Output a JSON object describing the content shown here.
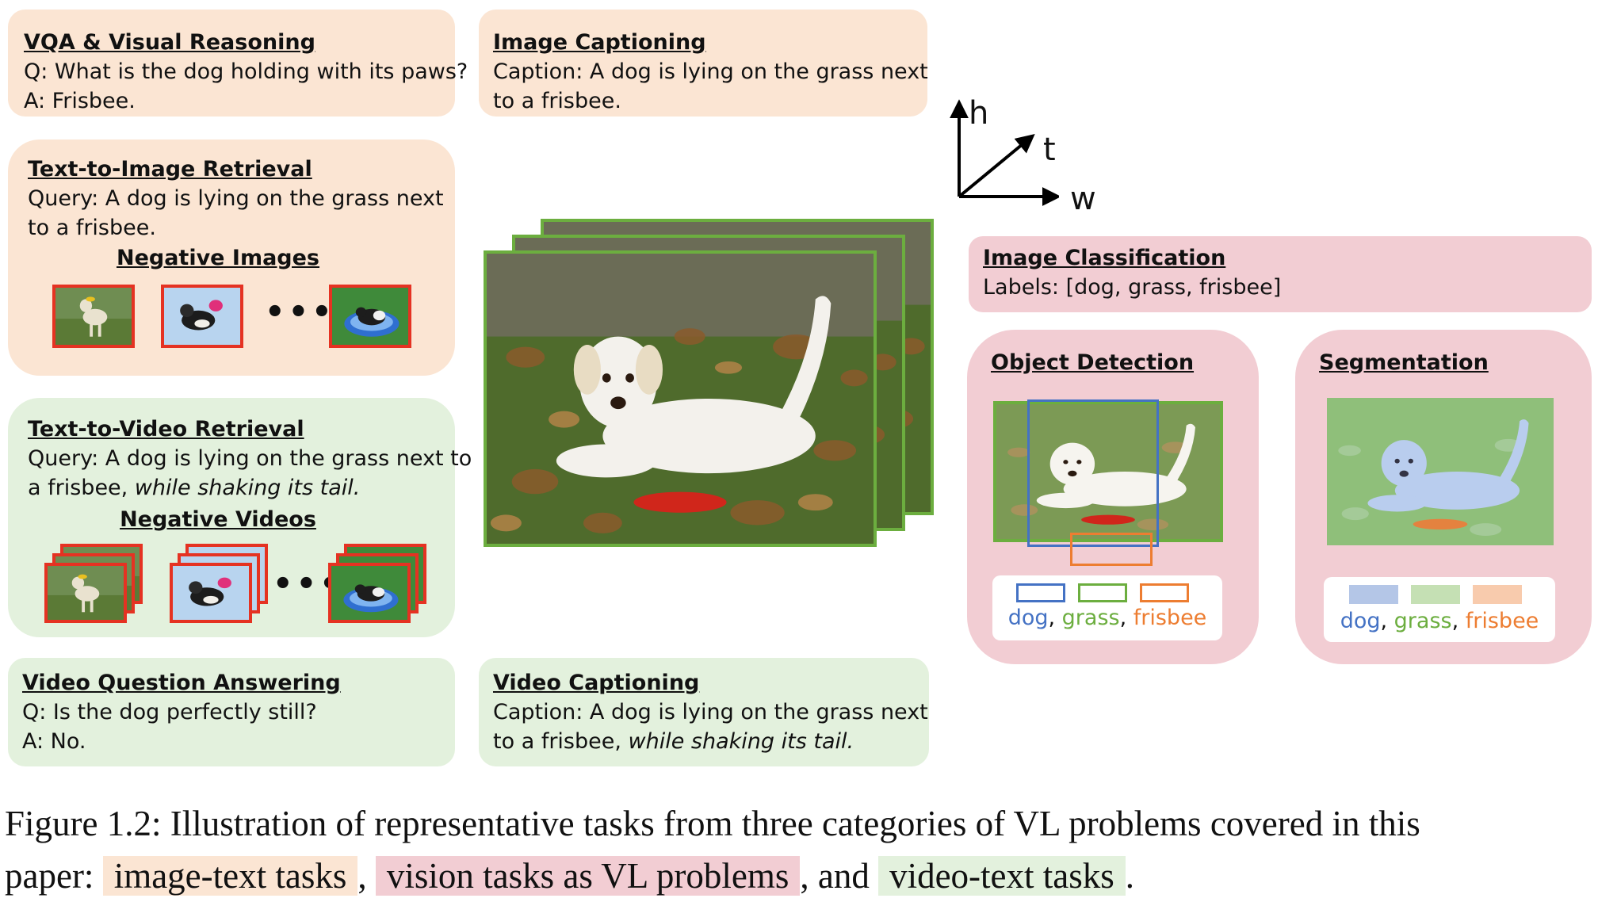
{
  "vqa": {
    "title": "VQA & Visual Reasoning",
    "line1": "Q: What is the dog holding with its paws?",
    "line2": "A: Frisbee."
  },
  "captioning": {
    "title": "Image Captioning",
    "line1": "Caption: A dog is lying on the grass next",
    "line2": "to a frisbee."
  },
  "t2i": {
    "title": "Text-to-Image Retrieval",
    "line1": "Query: A dog is lying on the grass next",
    "line2": "to a frisbee.",
    "neg_title": "Negative Images",
    "ellipsis": "•••"
  },
  "t2v": {
    "title": "Text-to-Video Retrieval",
    "line1": "Query: A dog is lying on the grass next to",
    "line2_plain": "a frisbee, ",
    "line2_italic": "while shaking its tail.",
    "neg_title": "Negative Videos",
    "ellipsis": "•••"
  },
  "vqa_video": {
    "title": "Video Question Answering",
    "line1": "Q: Is the dog perfectly still?",
    "line2": "A: No."
  },
  "video_captioning": {
    "title": "Video Captioning",
    "line1": "Caption: A dog is lying on the grass next",
    "line2_plain": "to a frisbee, ",
    "line2_italic": "while shaking its tail."
  },
  "axes": {
    "h": "h",
    "t": "t",
    "w": "w"
  },
  "classification": {
    "title": "Image Classification",
    "line1": "Labels: [dog, grass, frisbee]"
  },
  "detection": {
    "title": "Object Detection",
    "labels": [
      "dog",
      ", ",
      "grass",
      ", ",
      "frisbee"
    ]
  },
  "segmentation": {
    "title": "Segmentation",
    "labels": [
      "dog",
      ", ",
      "grass",
      ", ",
      "frisbee"
    ]
  },
  "colors": {
    "dog": "#4472c4",
    "grass": "#6cae3f",
    "frisbee": "#ed7d31",
    "negative_border": "#e53222",
    "frame_border": "#6cae3f",
    "peach": "#fbe5d3",
    "pink": "#f2cdd3",
    "green": "#e3f1dd"
  },
  "caption": {
    "line1": "Figure 1.2: Illustration of representative tasks from three categories of VL problems covered in this",
    "line2_prefix": "paper: ",
    "hl1": "image-text tasks",
    "sep1": ", ",
    "hl2": "vision tasks as VL problems",
    "sep2": ", and ",
    "hl3": "video-text tasks",
    "end": "."
  }
}
